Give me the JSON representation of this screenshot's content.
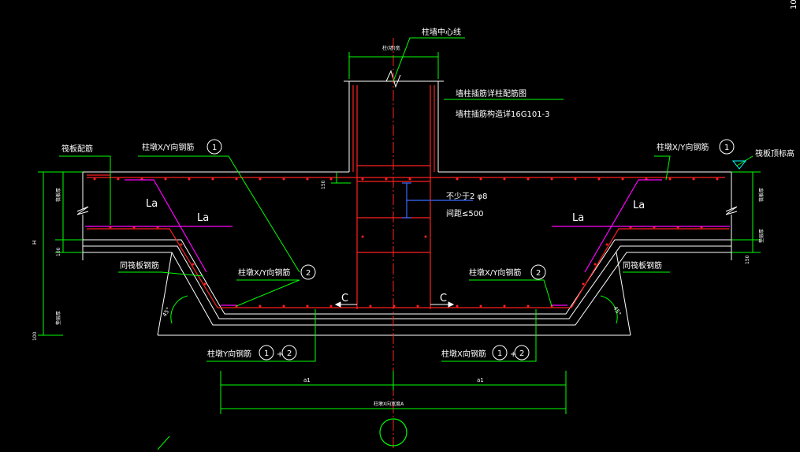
{
  "drawing": {
    "background": "#000000",
    "colors": {
      "rebar": "#ff2020",
      "outline": "#ffffff",
      "dimension": "#00ff00",
      "leader": "#00ff00",
      "anchorage": "#ff00ff",
      "center_line": "#ff0000",
      "cyan": "#00ffff",
      "blue_dim": "#3a6cff"
    },
    "labels": {
      "column_center_line": "柱墙中心线",
      "column_wall_width": "柱(墙)宽",
      "note_line1": "墙柱插筋详柱配筋图",
      "note_line2": "墙柱插筋构造详16G101-3",
      "raft_reinforcement": "筏板配筋",
      "raft_top_elevation": "筏板顶标高",
      "pit_xy_rebar_left": "柱墩X/Y向钢筋",
      "pit_xy_rebar_right": "柱墩X/Y向钢筋",
      "circle_1": "1",
      "circle_2": "2",
      "la": "La",
      "dim_150_top": "150",
      "stirrup_note1": "不少于2 φ8",
      "stirrup_note2": "间距≤500",
      "same_raft_left": "同筏板钢筋",
      "same_raft_right": "同筏板钢筋",
      "pit_xy_rebar_2_left": "柱墩X/Y向钢筋",
      "pit_xy_rebar_2_right": "柱墩X/Y向钢筋",
      "c_left": "C",
      "c_right": "C",
      "angle_left": "45°",
      "angle_right": "45°",
      "pit_y_rebar": "柱墩Y向钢筋",
      "pit_x_rebar": "柱墩X向钢筋",
      "plus": "+",
      "dim_a1_left": "a1",
      "dim_a1_right": "a1",
      "pit_x_width": "柱墩X向宽度A",
      "raft_thickness_left": "筏板厚",
      "raft_thickness_right": "筏板厚",
      "h_label": "H",
      "dim_100_left": "100",
      "dim_100_left_b": "100",
      "dim_150_right": "150",
      "cushion_left": "垫层厚",
      "cushion_right": "垫层厚",
      "top_right_fragment": "10"
    }
  }
}
